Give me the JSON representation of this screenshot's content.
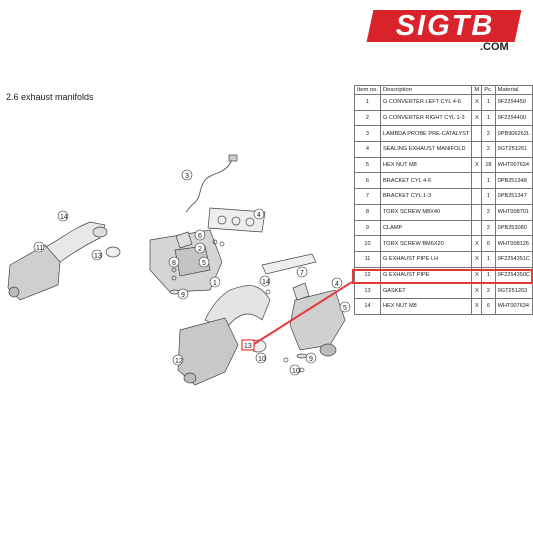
{
  "logo": {
    "brand": "SIGTB",
    "domain": ".COM",
    "color": "#d8232a"
  },
  "section": {
    "title": "2.6  exhaust manifolds"
  },
  "table": {
    "headers": {
      "no": "Item no.",
      "description": "Description",
      "m": "M",
      "pc": "Pc.",
      "material": "Material"
    },
    "rows": [
      {
        "no": "1",
        "description": "G CONVERTER LEFT CYL 4-6",
        "m": "X",
        "pc": "1",
        "material": "9F2254450"
      },
      {
        "no": "2",
        "description": "G CONVERTER RIGHT CYL 1-3",
        "m": "X",
        "pc": "1",
        "material": "9F2254400"
      },
      {
        "no": "3",
        "description": "LAMBDA PROBE PRE-CATALYST",
        "m": "",
        "pc": "2",
        "material": "0PB906262L"
      },
      {
        "no": "4",
        "description": "SEALING EXHAUST MANIFOLD",
        "m": "",
        "pc": "2",
        "material": "9GT251261"
      },
      {
        "no": "5",
        "description": "HEX NUT M8",
        "m": "X",
        "pc": "18",
        "material": "WHT007634"
      },
      {
        "no": "6",
        "description": "BRACKET CYL 4-6",
        "m": "",
        "pc": "1",
        "material": "0PB251348"
      },
      {
        "no": "7",
        "description": "BRACKET CYL 1-3",
        "m": "",
        "pc": "1",
        "material": "0PB251347"
      },
      {
        "no": "8",
        "description": "TORX SCREW M8X40",
        "m": "",
        "pc": "2",
        "material": "WHT008701"
      },
      {
        "no": "9",
        "description": "CLAMP",
        "m": "",
        "pc": "2",
        "material": "0PB253080"
      },
      {
        "no": "10",
        "description": "TORX SCREW BM6X20",
        "m": "X",
        "pc": "6",
        "material": "WHT008126"
      },
      {
        "no": "11",
        "description": "G EXHAUST PIPE LH",
        "m": "X",
        "pc": "1",
        "material": "9F2254351C"
      },
      {
        "no": "12",
        "description": "G EXHAUST PIPE",
        "m": "X",
        "pc": "1",
        "material": "9F2254350C"
      },
      {
        "no": "13",
        "description": "GASKET",
        "m": "X",
        "pc": "2",
        "material": "9GT251263"
      },
      {
        "no": "14",
        "description": "HEX NUT M8",
        "m": "X",
        "pc": "6",
        "material": "WHT007634"
      }
    ],
    "highlight_color": "#e53935"
  },
  "diagram_labels": [
    "14",
    "11",
    "13",
    "3",
    "4",
    "6",
    "2",
    "5",
    "8",
    "9",
    "1",
    "14",
    "12",
    "13",
    "10",
    "7",
    "4",
    "5",
    "10",
    "9"
  ]
}
